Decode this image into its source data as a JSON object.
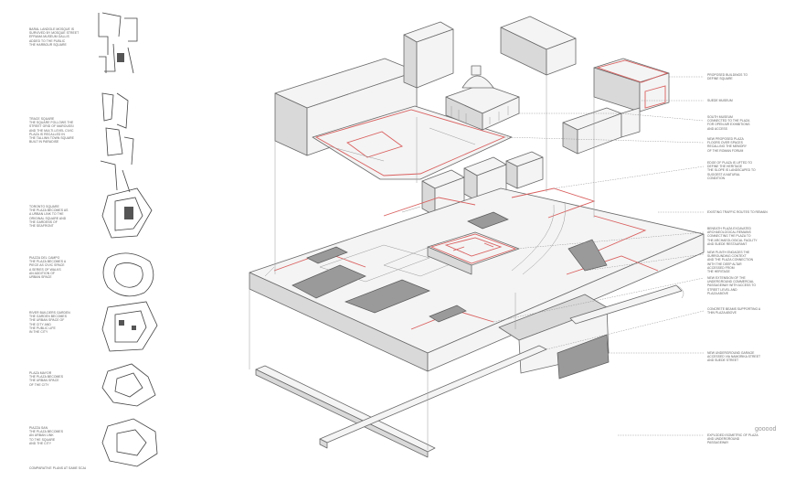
{
  "left_notes": [
    {
      "id": "n1",
      "lines": [
        "BARAL LANDOLE MOSQUE IS",
        "SURVIVED BY MOSQUE STREET",
        "EFRAMA MUSEUM GALLIS",
        "ADDED TO THE PUBLIC",
        "THE HARBOUR SQUARE"
      ]
    },
    {
      "id": "n2",
      "lines": [
        "TRACE SQUARE",
        "THE SQUARE FOLLOWS THE",
        "STREET GRID OF MAROUSSI",
        "AND THE MULTI-LEVEL CIVIC",
        "PLAZA IS RECALLED IN",
        "THE TALLINN TOWN SQUARE",
        "BUILT IN PARADISE"
      ]
    },
    {
      "id": "n3",
      "lines": [
        "TORONTO SQUARE",
        "THE PLAZA BECOMES AS",
        "A URBAN LINK TO THE",
        "ORIGINAL SQUARE AND",
        "THE GARDENS OF",
        "THE SEAFRONT"
      ]
    },
    {
      "id": "n4",
      "lines": [
        "PIAZZA DEL CAMPO",
        "THE PLAZA BECOMES A",
        "PIECE AS CIVIC SPACE",
        "A SERIES OF WALKS",
        "AN ADDITION OF",
        "URBAN SPACE"
      ]
    },
    {
      "id": "n5",
      "lines": [
        "RIVER BUILDERS GARDEN",
        "THE GARDEN BECOMES",
        "THE URBAN SPACE OF",
        "THE CITY AND",
        "THE PUBLIC LIFE",
        "IN THE CITY"
      ]
    },
    {
      "id": "n6",
      "lines": [
        "PLAZA MAYOR",
        "THE PLAZA BECOMES",
        "THE URBAN SPACE",
        "OF THE CITY"
      ]
    },
    {
      "id": "n7",
      "lines": [
        "PIAZZA SAN",
        "THE PLAZA BECOMES",
        "AN URBAN LINK",
        "TO THE SQUARE",
        "AND THE CITY"
      ]
    }
  ],
  "left_footer": "COMPARATIVE PLANS AT SAME SCALE",
  "right_notes": [
    {
      "id": "r1",
      "lines": [
        "PROPOSED BUILDINGS TO",
        "DEFINE SQUARE"
      ]
    },
    {
      "id": "r2",
      "lines": [
        "SUEDE MUSEUM"
      ]
    },
    {
      "id": "r3",
      "lines": [
        "SOUTH MUSEUM",
        "CONNECTED TO THE PLAZA",
        "FOR OPEN AIR EXHIBITIONS",
        "AND ACCESS"
      ]
    },
    {
      "id": "r4",
      "lines": [
        "NEW PROPOSED PLAZA",
        "FLOORS OVER SPACES",
        "RECALLING THE MEMORY",
        "OF THE ROMAN FORUM"
      ]
    },
    {
      "id": "r5",
      "lines": [
        "EDGE OF PLAZA IS LIFTED TO",
        "DEFINE THE HERITAGE",
        "THE SLOPE IS LANDSCAPED TO",
        "SUGGEST A NATURAL",
        "CONDITION"
      ]
    },
    {
      "id": "r6",
      "lines": [
        "EXISTING TRAFFIC ROUTES TO REMAIN"
      ]
    },
    {
      "id": "r7",
      "lines": [
        "BENEATH PLAZA EXCAVATED",
        "ARCHAEOLOGICAL REMAINS",
        "CONNECTING THE PLAZA TO",
        "THE ARCHAEOLOGICAL FACILITY",
        "AND SUEDE RESTAURANT"
      ]
    },
    {
      "id": "r8",
      "lines": [
        "NEW PLINTH ENGAGES THE",
        "SURROUNDING CONTEXT",
        "AND THE PLAZA CONNECTION",
        "WITH THE DEEP ALTAR",
        "ACCESSED FROM",
        "THE HERITAGE"
      ]
    },
    {
      "id": "r9",
      "lines": [
        "NEW EXTENSION OF THE",
        "UNDERGROUND COMMERCIAL",
        "PASSAGEWAY WITH ACCESS TO",
        "STREET LEVEL AND",
        "PLAZA ABOVE"
      ]
    },
    {
      "id": "r10",
      "lines": [
        "CONCRETE BEAMS SUPPORTING A",
        "THIN PLAZA ABOVE"
      ]
    },
    {
      "id": "r11",
      "lines": [
        "NEW UNDERGROUND GARAGE",
        "ACCESSED VIA NAMORIKA STREET",
        "AND SUEDE STREET"
      ]
    },
    {
      "id": "r12",
      "lines": [
        "EXPLODED ISOMETRIC OF PLAZA",
        "AND UNDERGROUND",
        "PASSAGEWAY"
      ]
    }
  ],
  "watermark": "gooood",
  "colors": {
    "accent": "#d9605f",
    "line": "#6a6a6a",
    "fill_light": "#f2f2f2",
    "fill_mid": "#dcdcdc",
    "fill_dark": "#8e8e8e"
  }
}
